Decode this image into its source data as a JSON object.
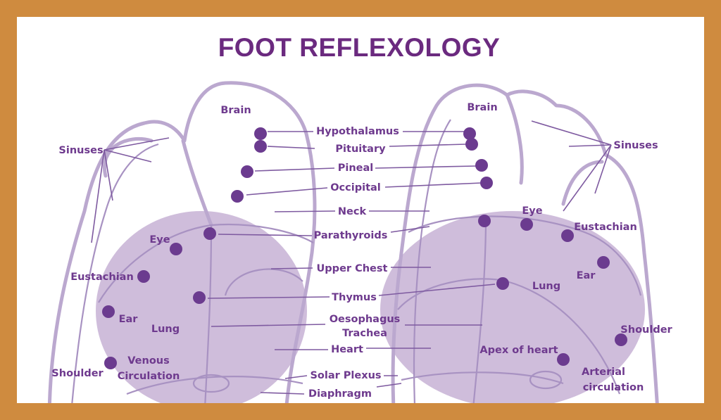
{
  "title": "FOOT REFLEXOLOGY",
  "colors": {
    "frame": "#CF8B3F",
    "text": "#6B2A7F",
    "dot": "#6B3B8F",
    "zone": "#C7B2D5",
    "outline": "#BBA8CF"
  },
  "center_labels": {
    "hypothalamus": "Hypothalamus",
    "pituitary": "Pituitary",
    "pineal": "Pineal",
    "occipital": "Occipital",
    "neck": "Neck",
    "parathyroids": "Parathyroids",
    "upper_chest": "Upper Chest",
    "thymus": "Thymus",
    "oesophagus": "Oesophagus",
    "trachea": "Trachea",
    "heart": "Heart",
    "solar_plexus": "Solar Plexus",
    "diaphragm": "Diaphragm"
  },
  "left_foot": {
    "brain": "Brain",
    "sinuses": "Sinuses",
    "eye": "Eye",
    "eustachian": "Eustachian",
    "ear": "Ear",
    "lung": "Lung",
    "shoulder": "Shoulder",
    "venous_1": "Venous",
    "venous_2": "Circulation"
  },
  "right_foot": {
    "brain": "Brain",
    "sinuses": "Sinuses",
    "eye": "Eye",
    "eustachian": "Eustachian",
    "ear": "Ear",
    "lung": "Lung",
    "shoulder": "Shoulder",
    "apex": "Apex of heart",
    "arterial_1": "Arterial",
    "arterial_2": "circulation"
  }
}
